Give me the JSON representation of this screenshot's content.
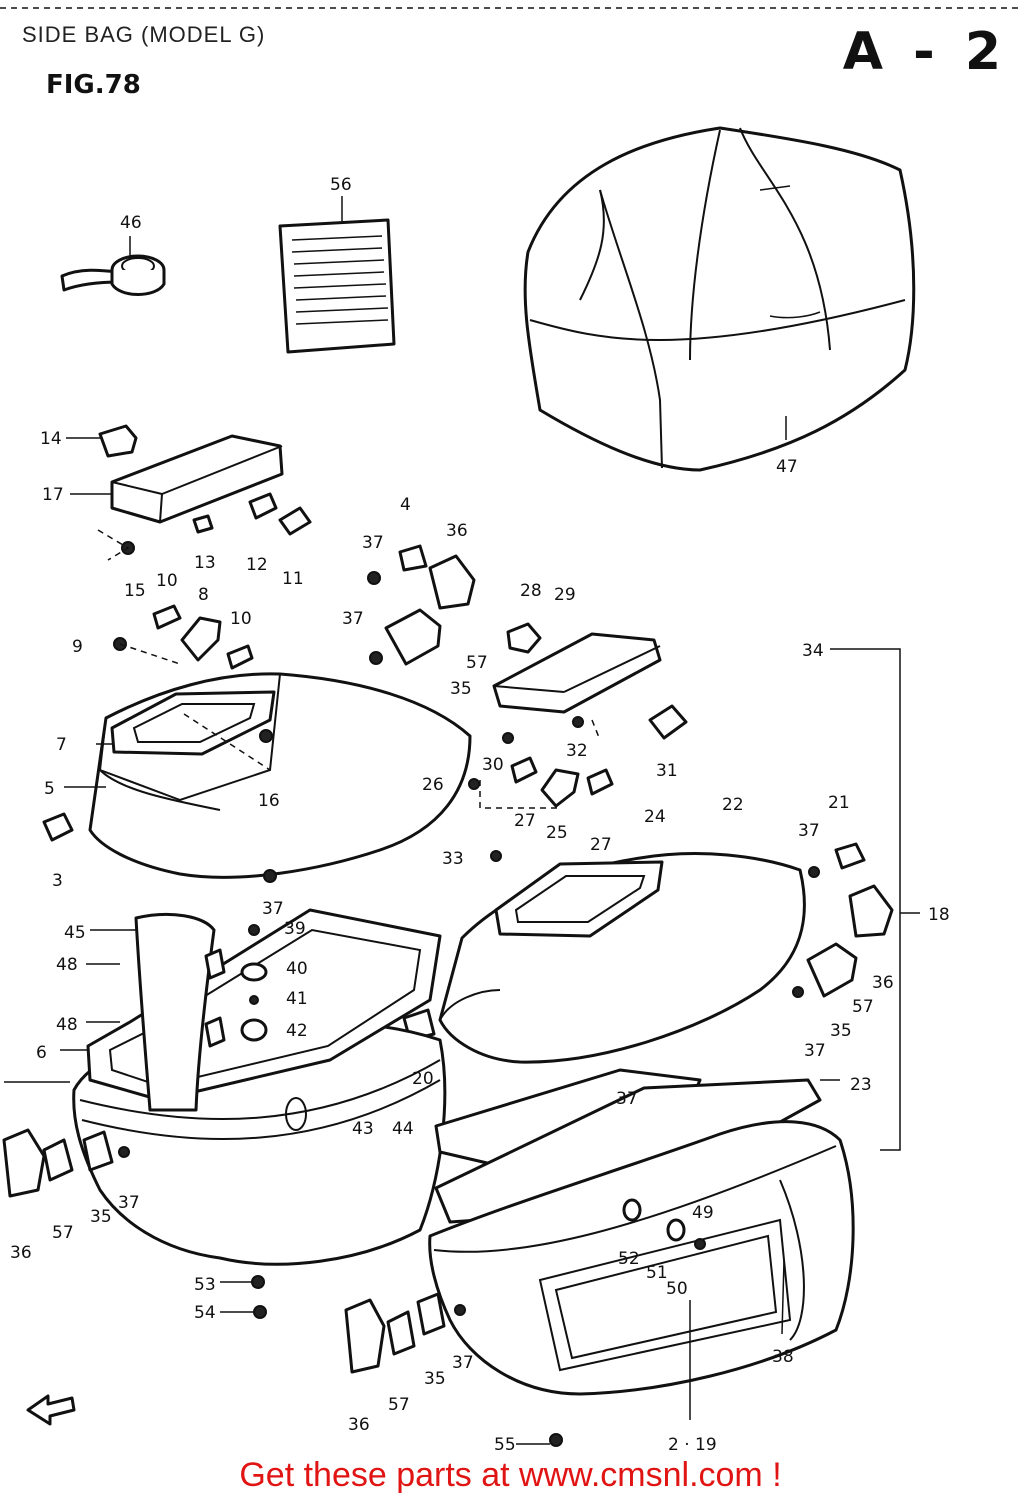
{
  "header": {
    "title": "SIDE BAG (MODEL G)",
    "figure": "FIG.78",
    "section": "A - 2"
  },
  "footer": {
    "text": "Get these parts at www.cmsnl.com !",
    "color": "#e11414"
  },
  "callouts": [
    "56",
    "46",
    "47",
    "14",
    "17",
    "13",
    "12",
    "11",
    "15",
    "4",
    "36",
    "37",
    "10",
    "8",
    "9",
    "10",
    "28",
    "29",
    "37",
    "57",
    "35",
    "34",
    "7",
    "5",
    "16",
    "30",
    "32",
    "31",
    "26",
    "27",
    "25",
    "27",
    "24",
    "22",
    "21",
    "37",
    "3",
    "33",
    "37",
    "18",
    "45",
    "39",
    "40",
    "48",
    "41",
    "36",
    "48",
    "42",
    "57",
    "6",
    "35",
    "20",
    "37",
    "23",
    "43",
    "44",
    "37",
    "49",
    "52",
    "51",
    "50",
    "36",
    "35",
    "37",
    "57",
    "53",
    "54",
    "38",
    "35",
    "37",
    "57",
    "36",
    "55",
    "2 · 19"
  ]
}
